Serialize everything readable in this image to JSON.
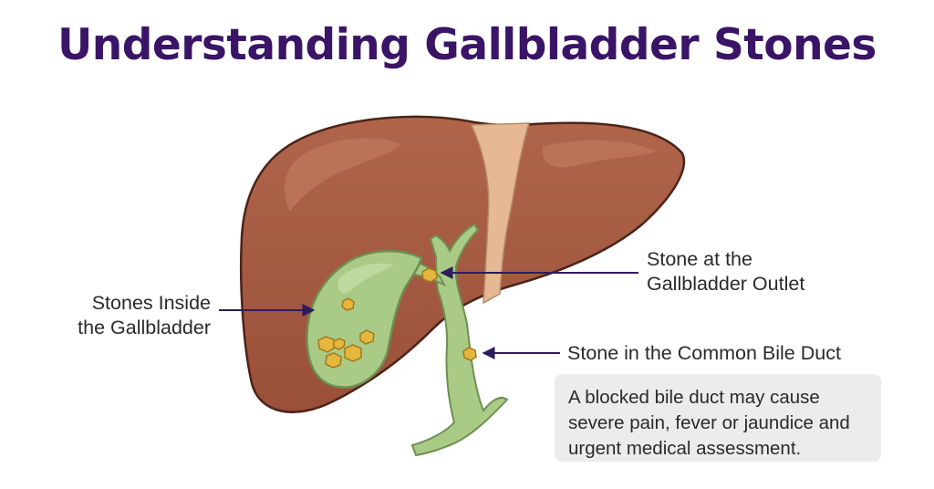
{
  "title": "Understanding Gallbladder Stones",
  "labels": {
    "inside": [
      "Stones Inside",
      "the Gallbladder"
    ],
    "outlet": [
      "Stone at the",
      "Gallbladder Outlet"
    ],
    "common_bile_duct": "Stone in the Common Bile Duct"
  },
  "note": [
    "A blocked bile duct may cause",
    "severe pain, fever or jaundice and",
    "urgent medical assessment."
  ],
  "colors": {
    "title": "#3a1466",
    "liver": "#a65a42",
    "liver_outline": "#4a2418",
    "gallbladder": "#a9cb86",
    "stone": "#e4b83e",
    "arrow": "#2d1b5e",
    "note_bg": "#ececec"
  }
}
